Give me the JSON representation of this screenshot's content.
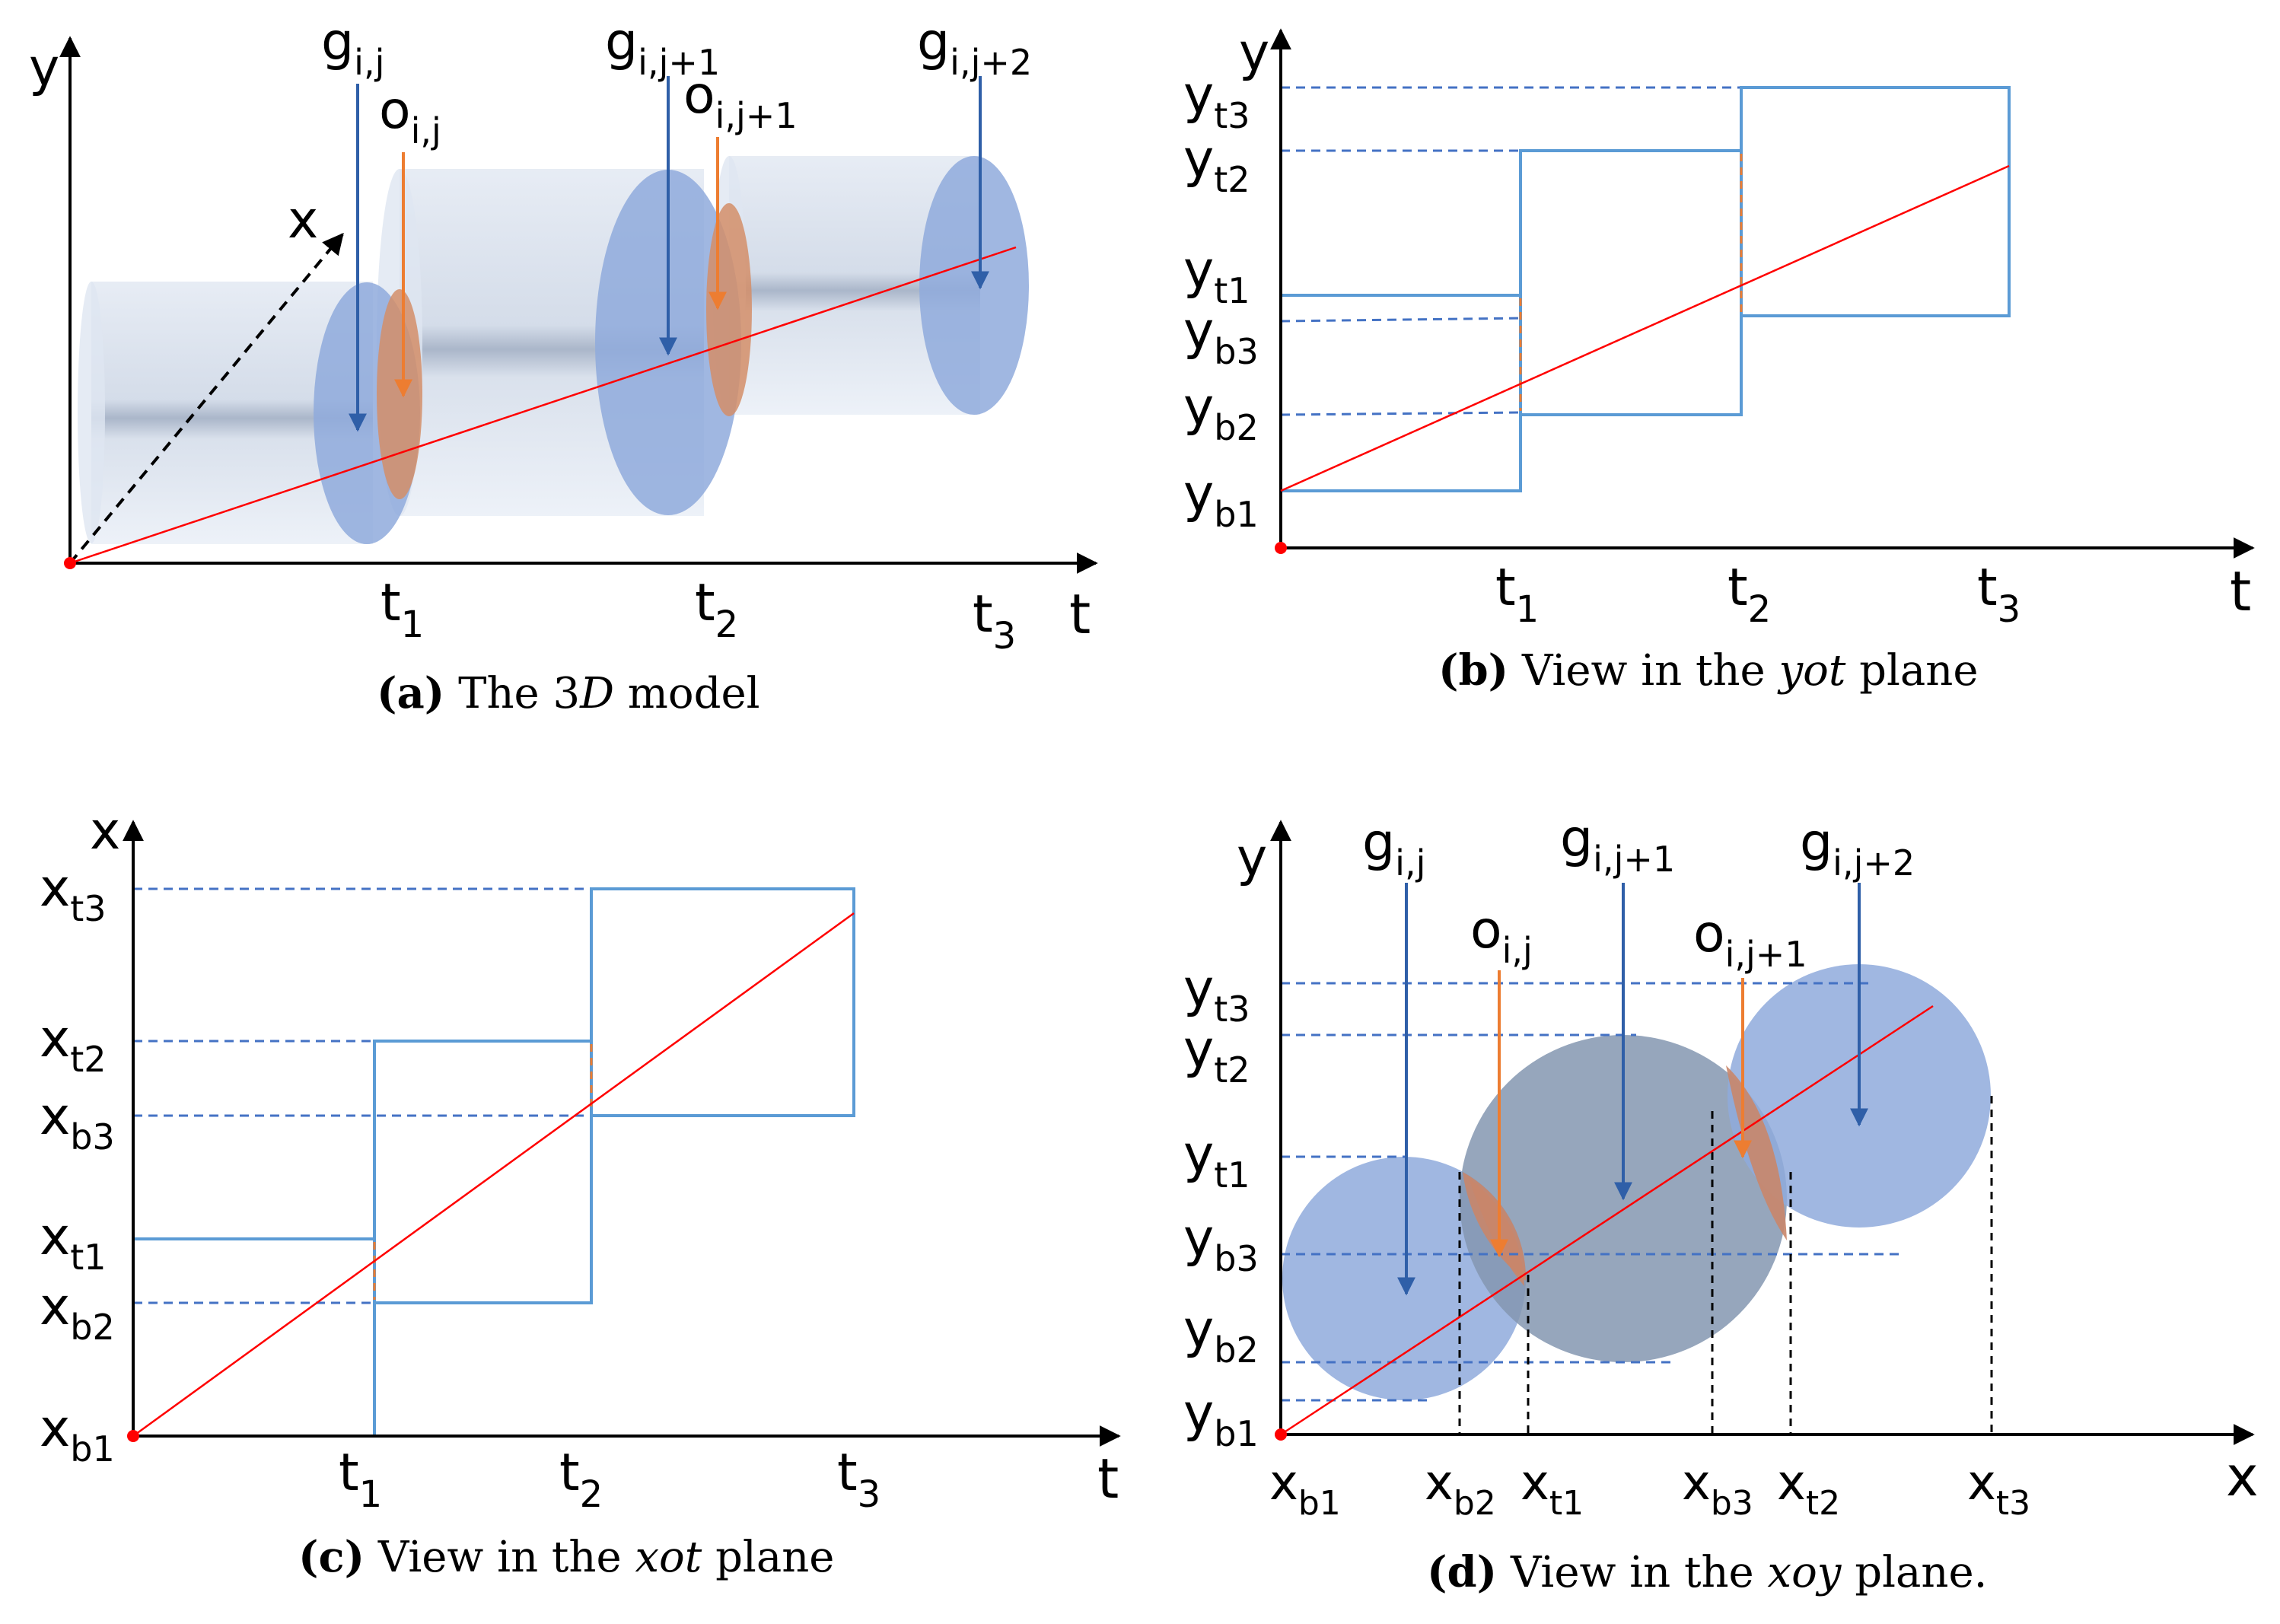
{
  "panel_a": {
    "axis_y": "y",
    "axis_x": "x",
    "axis_t": "t",
    "ticks": [
      "t",
      "t",
      "t"
    ],
    "tick_subs": [
      "1",
      "2",
      "3"
    ],
    "labels": [
      {
        "main": "g",
        "sub": "i,j"
      },
      {
        "main": "o",
        "sub": "i,j"
      },
      {
        "main": "g",
        "sub": "i,j+1"
      },
      {
        "main": "o",
        "sub": "i,j+1"
      },
      {
        "main": "g",
        "sub": "i,j+2"
      }
    ],
    "caption_letter": "a",
    "caption_text": " The 3",
    "caption_italic": "D",
    "caption_tail": " model"
  },
  "panel_b": {
    "axis_y": "y",
    "axis_t": "t",
    "ticks": [
      "t",
      "t",
      "t"
    ],
    "tick_subs": [
      "1",
      "2",
      "3"
    ],
    "ylabels": [
      {
        "main": "y",
        "sub": "t3"
      },
      {
        "main": "y",
        "sub": "t2"
      },
      {
        "main": "y",
        "sub": "t1"
      },
      {
        "main": "y",
        "sub": "b3"
      },
      {
        "main": "y",
        "sub": "b2"
      },
      {
        "main": "y",
        "sub": "b1"
      }
    ],
    "caption_letter": "b",
    "caption_text": " View in the ",
    "caption_italic": "yot",
    "caption_tail": " plane"
  },
  "panel_c": {
    "axis_x": "x",
    "axis_t": "t",
    "ticks": [
      "t",
      "t",
      "t"
    ],
    "tick_subs": [
      "1",
      "2",
      "3"
    ],
    "xlabels": [
      {
        "main": "x",
        "sub": "t3"
      },
      {
        "main": "x",
        "sub": "t2"
      },
      {
        "main": "x",
        "sub": "b3"
      },
      {
        "main": "x",
        "sub": "t1"
      },
      {
        "main": "x",
        "sub": "b2"
      },
      {
        "main": "x",
        "sub": "b1"
      }
    ],
    "caption_letter": "c",
    "caption_text": " View in the ",
    "caption_italic": "xot",
    "caption_tail": " plane"
  },
  "panel_d": {
    "axis_y": "y",
    "axis_x": "x",
    "labels": [
      {
        "main": "g",
        "sub": "i,j"
      },
      {
        "main": "o",
        "sub": "i,j"
      },
      {
        "main": "g",
        "sub": "i,j+1"
      },
      {
        "main": "o",
        "sub": "i,j+1"
      },
      {
        "main": "g",
        "sub": "i,j+2"
      }
    ],
    "ylabels": [
      {
        "main": "y",
        "sub": "t3"
      },
      {
        "main": "y",
        "sub": "t2"
      },
      {
        "main": "y",
        "sub": "t1"
      },
      {
        "main": "y",
        "sub": "b3"
      },
      {
        "main": "y",
        "sub": "b2"
      },
      {
        "main": "y",
        "sub": "b1"
      }
    ],
    "xlabels": [
      {
        "main": "x",
        "sub": "b1"
      },
      {
        "main": "x",
        "sub": "b2"
      },
      {
        "main": "x",
        "sub": "t1"
      },
      {
        "main": "x",
        "sub": "b3"
      },
      {
        "main": "x",
        "sub": "t2"
      },
      {
        "main": "x",
        "sub": "t3"
      }
    ],
    "caption_letter": "d",
    "caption_text": " View in the ",
    "caption_italic": "xoy",
    "caption_tail": " plane."
  },
  "colors": {
    "box_line": "#5b9bd5",
    "guide_dash": "#4472c4",
    "overlap_dash": "#ed7d31",
    "trajectory": "#ff0000",
    "grid_circle": "#8faadc",
    "middle_circle": "#8497b0",
    "overlap_fill": "#c9866a",
    "origin_dot": "#ff0000"
  }
}
